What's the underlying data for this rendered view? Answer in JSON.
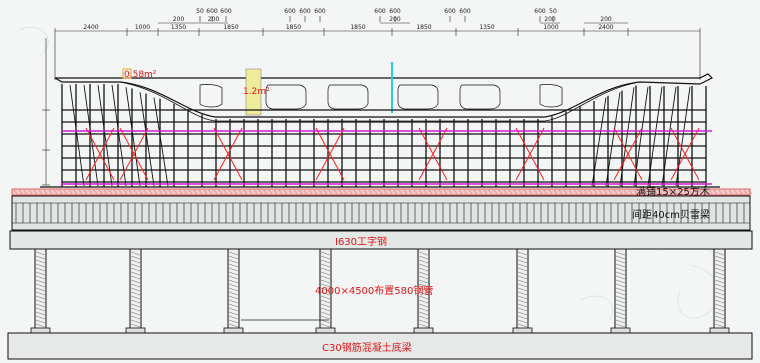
{
  "diagram": {
    "top_dimensions": {
      "spans_upper": [
        "50",
        "600",
        "600",
        "600",
        "600",
        "600",
        "600",
        "600",
        "600",
        "600",
        "600",
        "50"
      ],
      "spans_mid": [
        "200",
        "200",
        "200",
        "200",
        "200"
      ],
      "spans_lower": [
        "2400",
        "1000",
        "1350",
        "1850",
        "1850",
        "1850",
        "1850",
        "1350",
        "1000",
        "2400"
      ]
    },
    "area_labels": {
      "left_cell": "0.58m²",
      "center_cell": "1.2m²"
    },
    "labels": {
      "timber": "满铺15×25方木",
      "beam": "间距40cm贝雷梁",
      "i_beam": "I630工字钢",
      "pipes": "4000×4500布置580钢管",
      "foundation": "C30钢筋混凝土底梁"
    },
    "colors": {
      "red_label": "#e01515",
      "magenta_line": "#d21ad2",
      "red_cross": "#ff2020",
      "cyan_mark": "#20d0e0",
      "yellow_fill": "#ecec9c",
      "line": "#111111"
    }
  }
}
